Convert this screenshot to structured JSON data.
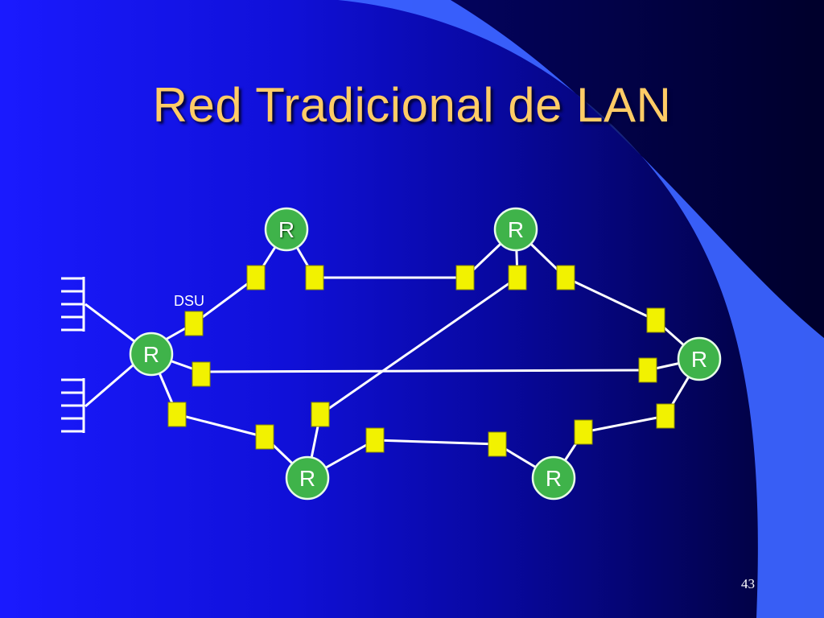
{
  "slide": {
    "title": "Red Tradicional de LAN",
    "page_number": "43"
  },
  "diagram": {
    "router_label": "R",
    "dsu_label": "DSU",
    "colors": {
      "router_fill": "#3fb34a",
      "router_stroke": "#e8ffe8",
      "dsu_fill": "#f2f200",
      "link": "#ffffff",
      "title": "#ffcc66"
    },
    "nodes": [
      {
        "id": "router-top-left",
        "type": "router"
      },
      {
        "id": "router-top-right",
        "type": "router"
      },
      {
        "id": "router-left",
        "type": "router"
      },
      {
        "id": "router-right",
        "type": "router"
      },
      {
        "id": "router-bottom-left",
        "type": "router"
      },
      {
        "id": "router-bottom-right",
        "type": "router"
      }
    ],
    "links": [
      {
        "from": "router-left",
        "to": "router-top-left"
      },
      {
        "from": "router-top-left",
        "to": "router-top-right"
      },
      {
        "from": "router-top-right",
        "to": "router-right"
      },
      {
        "from": "router-left",
        "to": "router-right"
      },
      {
        "from": "router-left",
        "to": "router-bottom-left"
      },
      {
        "from": "router-bottom-left",
        "to": "router-top-right"
      },
      {
        "from": "router-bottom-left",
        "to": "router-bottom-right"
      },
      {
        "from": "router-bottom-right",
        "to": "router-right"
      }
    ]
  }
}
